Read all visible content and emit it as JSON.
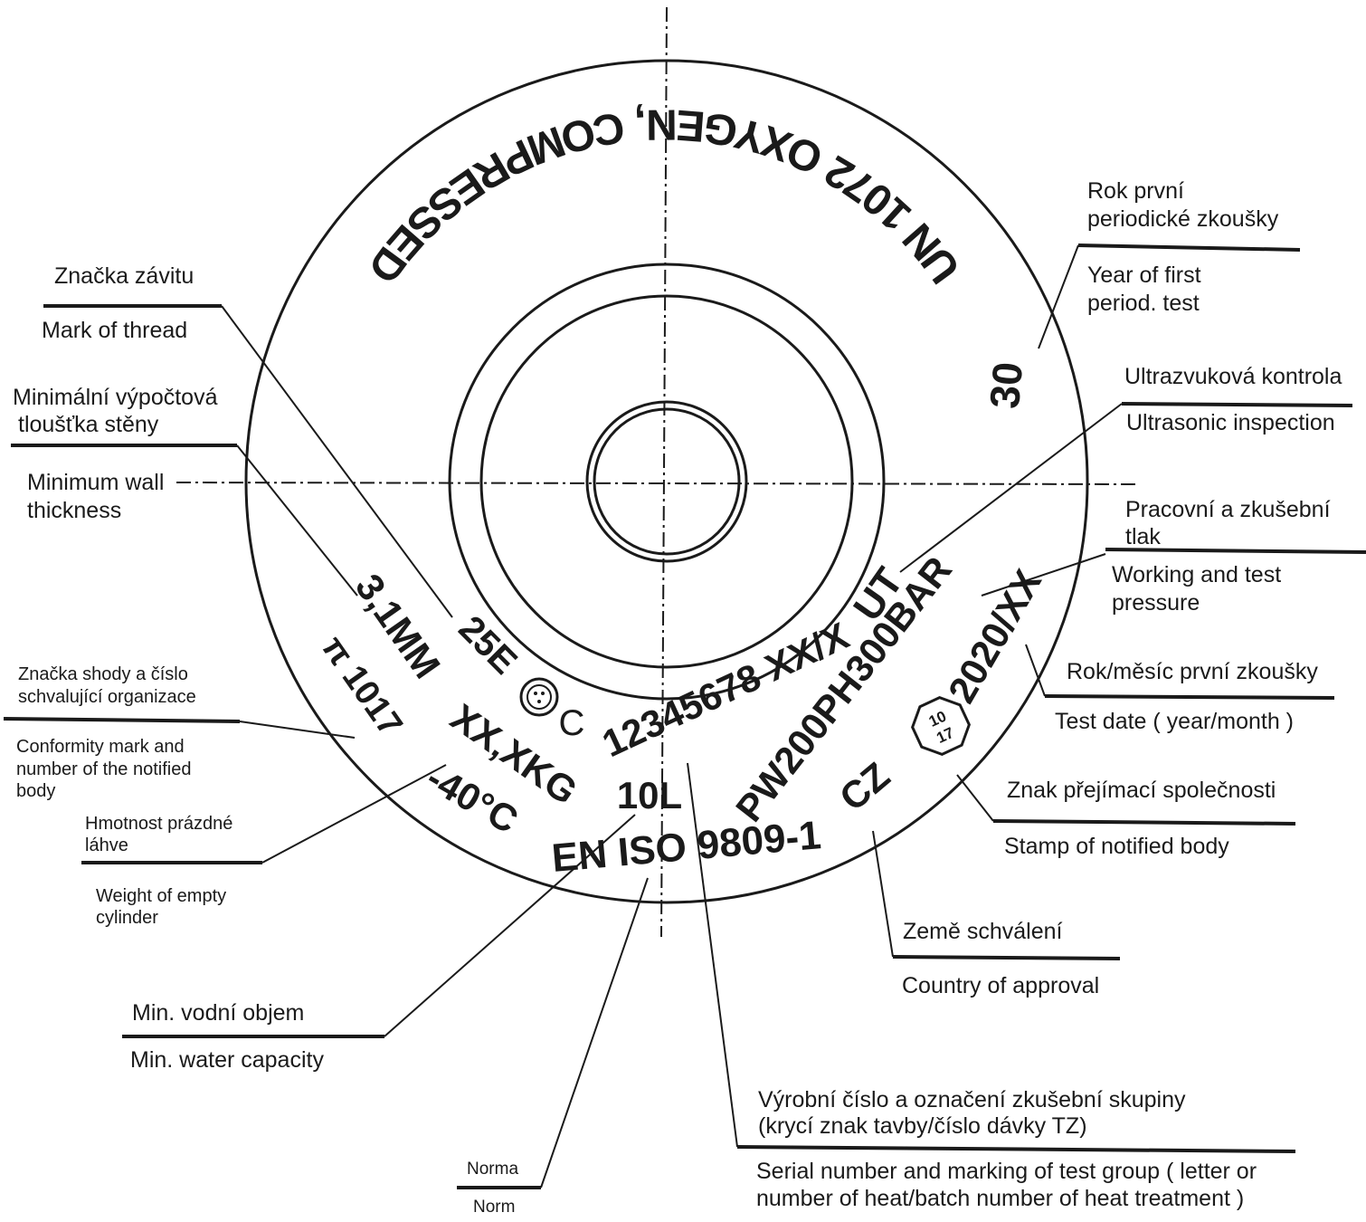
{
  "colors": {
    "ink": "#1a1a1a",
    "background": "#ffffff"
  },
  "cylinder": {
    "top_arc_text": "UN 1072 OXYGEN, COMPRESSED",
    "year_first_test_stamp": "30",
    "markings": {
      "ut": "UT",
      "pressure": "PW200PH300BAR",
      "date": "2020/XX",
      "serial": "12345678 XX/X",
      "thread": "25E",
      "conformity_c": "C",
      "wall": "3,1MM",
      "body_number": "π 1017",
      "weight": "XX,XKG",
      "volume": "10L",
      "temperature": "-40°C",
      "standard": "EN ISO 9809-1",
      "country": "CZ",
      "notified_body_stamp": [
        "10",
        "17"
      ]
    }
  },
  "callouts": {
    "thread_cz": "Značka závitu",
    "thread_en": "Mark of thread",
    "wall_cz_1": "Minimální výpočtová",
    "wall_cz_2": "tloušťka stěny",
    "wall_en_1": "Minimum wall",
    "wall_en_2": "thickness",
    "conformity_cz_1": "Značka shody a číslo",
    "conformity_cz_2": "schvalující organizace",
    "conformity_en_1": "Conformity mark and",
    "conformity_en_2": "number of the notified",
    "conformity_en_3": "body",
    "weight_cz_1": "Hmotnost prázdné",
    "weight_cz_2": "láhve",
    "weight_en_1": "Weight of empty",
    "weight_en_2": "cylinder",
    "volume_cz": "Min. vodní objem",
    "volume_en": "Min. water capacity",
    "norm_cz": "Norma",
    "norm_en": "Norm",
    "year_cz_1": "Rok první",
    "year_cz_2": "periodické zkoušky",
    "year_en_1": "Year of first",
    "year_en_2": "period. test",
    "ut_cz": "Ultrazvuková kontrola",
    "ut_en": "Ultrasonic inspection",
    "pressure_cz_1": "Pracovní a zkušební",
    "pressure_cz_2": "tlak",
    "pressure_en_1": "Working and test",
    "pressure_en_2": "pressure",
    "date_cz": "Rok/měsíc první zkoušky",
    "date_en": "Test date ( year/month )",
    "stamp_cz": "Znak přejímací společnosti",
    "stamp_en": "Stamp of notified body",
    "country_cz": "Země schválení",
    "country_en": "Country of approval",
    "serial_cz_1": "Výrobní číslo a označení zkušební skupiny",
    "serial_cz_2": "(krycí znak tavby/číslo dávky TZ)",
    "serial_en_1": "Serial number and marking of test group ( letter or",
    "serial_en_2": "number of heat/batch number of heat treatment )"
  }
}
